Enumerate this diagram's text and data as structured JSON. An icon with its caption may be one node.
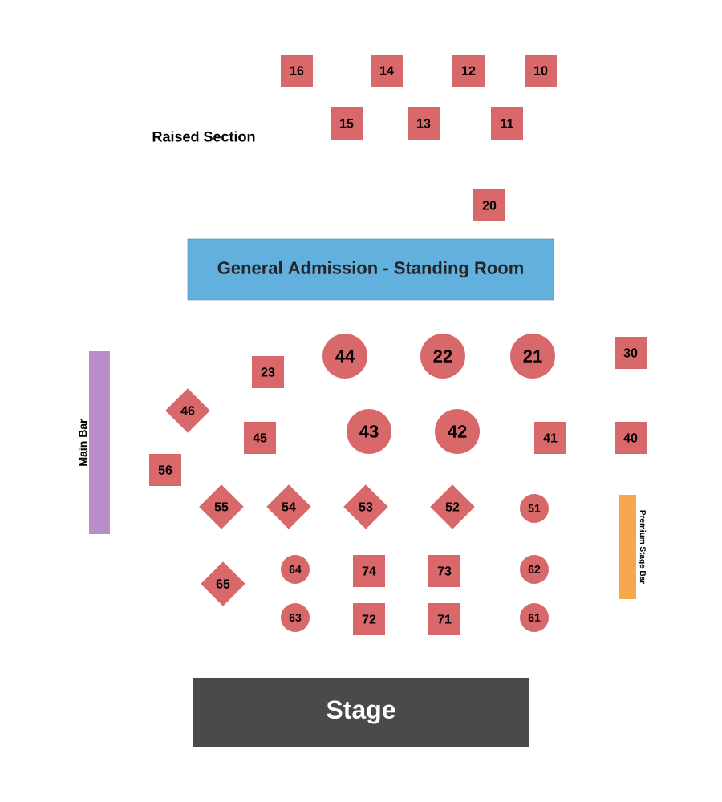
{
  "diagram": {
    "nodes": [
      {
        "text": [
          "16"
        ]
      },
      {
        "text": [
          "14"
        ]
      },
      {
        "text": [
          "12"
        ]
      },
      {
        "text": [
          "10"
        ]
      },
      {
        "text": [
          "15"
        ]
      },
      {
        "text": [
          "13"
        ]
      },
      {
        "text": [
          "11"
        ]
      },
      {
        "text": [
          "20"
        ]
      },
      {
        "text": [
          "General Admission - Standing Room"
        ]
      },
      {
        "text": [
          "44"
        ]
      },
      {
        "text": [
          "22"
        ]
      },
      {
        "text": [
          "21"
        ]
      },
      {
        "text": [
          "30"
        ]
      },
      {
        "text": [
          "23"
        ]
      },
      {
        "text": [
          "46"
        ]
      },
      {
        "text": [
          "Main Bar"
        ]
      },
      {
        "text": [
          "45"
        ]
      },
      {
        "text": [
          "43"
        ]
      },
      {
        "text": [
          "42"
        ]
      },
      {
        "text": [
          "41"
        ]
      },
      {
        "text": [
          "40"
        ]
      },
      {
        "text": [
          "56"
        ]
      },
      {
        "text": [
          "55"
        ]
      },
      {
        "text": [
          "54"
        ]
      },
      {
        "text": [
          "53"
        ]
      },
      {
        "text": [
          "52"
        ]
      },
      {
        "text": [
          "51"
        ]
      },
      {
        "text": [
          "Premium Stage Bar"
        ]
      },
      {
        "text": [
          "64"
        ]
      },
      {
        "text": [
          "74"
        ]
      },
      {
        "text": [
          "73"
        ]
      },
      {
        "text": [
          "62"
        ]
      },
      {
        "text": [
          "65"
        ]
      },
      {
        "text": [
          "63"
        ]
      },
      {
        "text": [
          "72"
        ]
      },
      {
        "text": [
          "71"
        ]
      },
      {
        "text": [
          "61"
        ]
      },
      {
        "text": [
          "Stage"
        ]
      }
    ],
    "labels": [
      "Raised Section"
    ]
  }
}
